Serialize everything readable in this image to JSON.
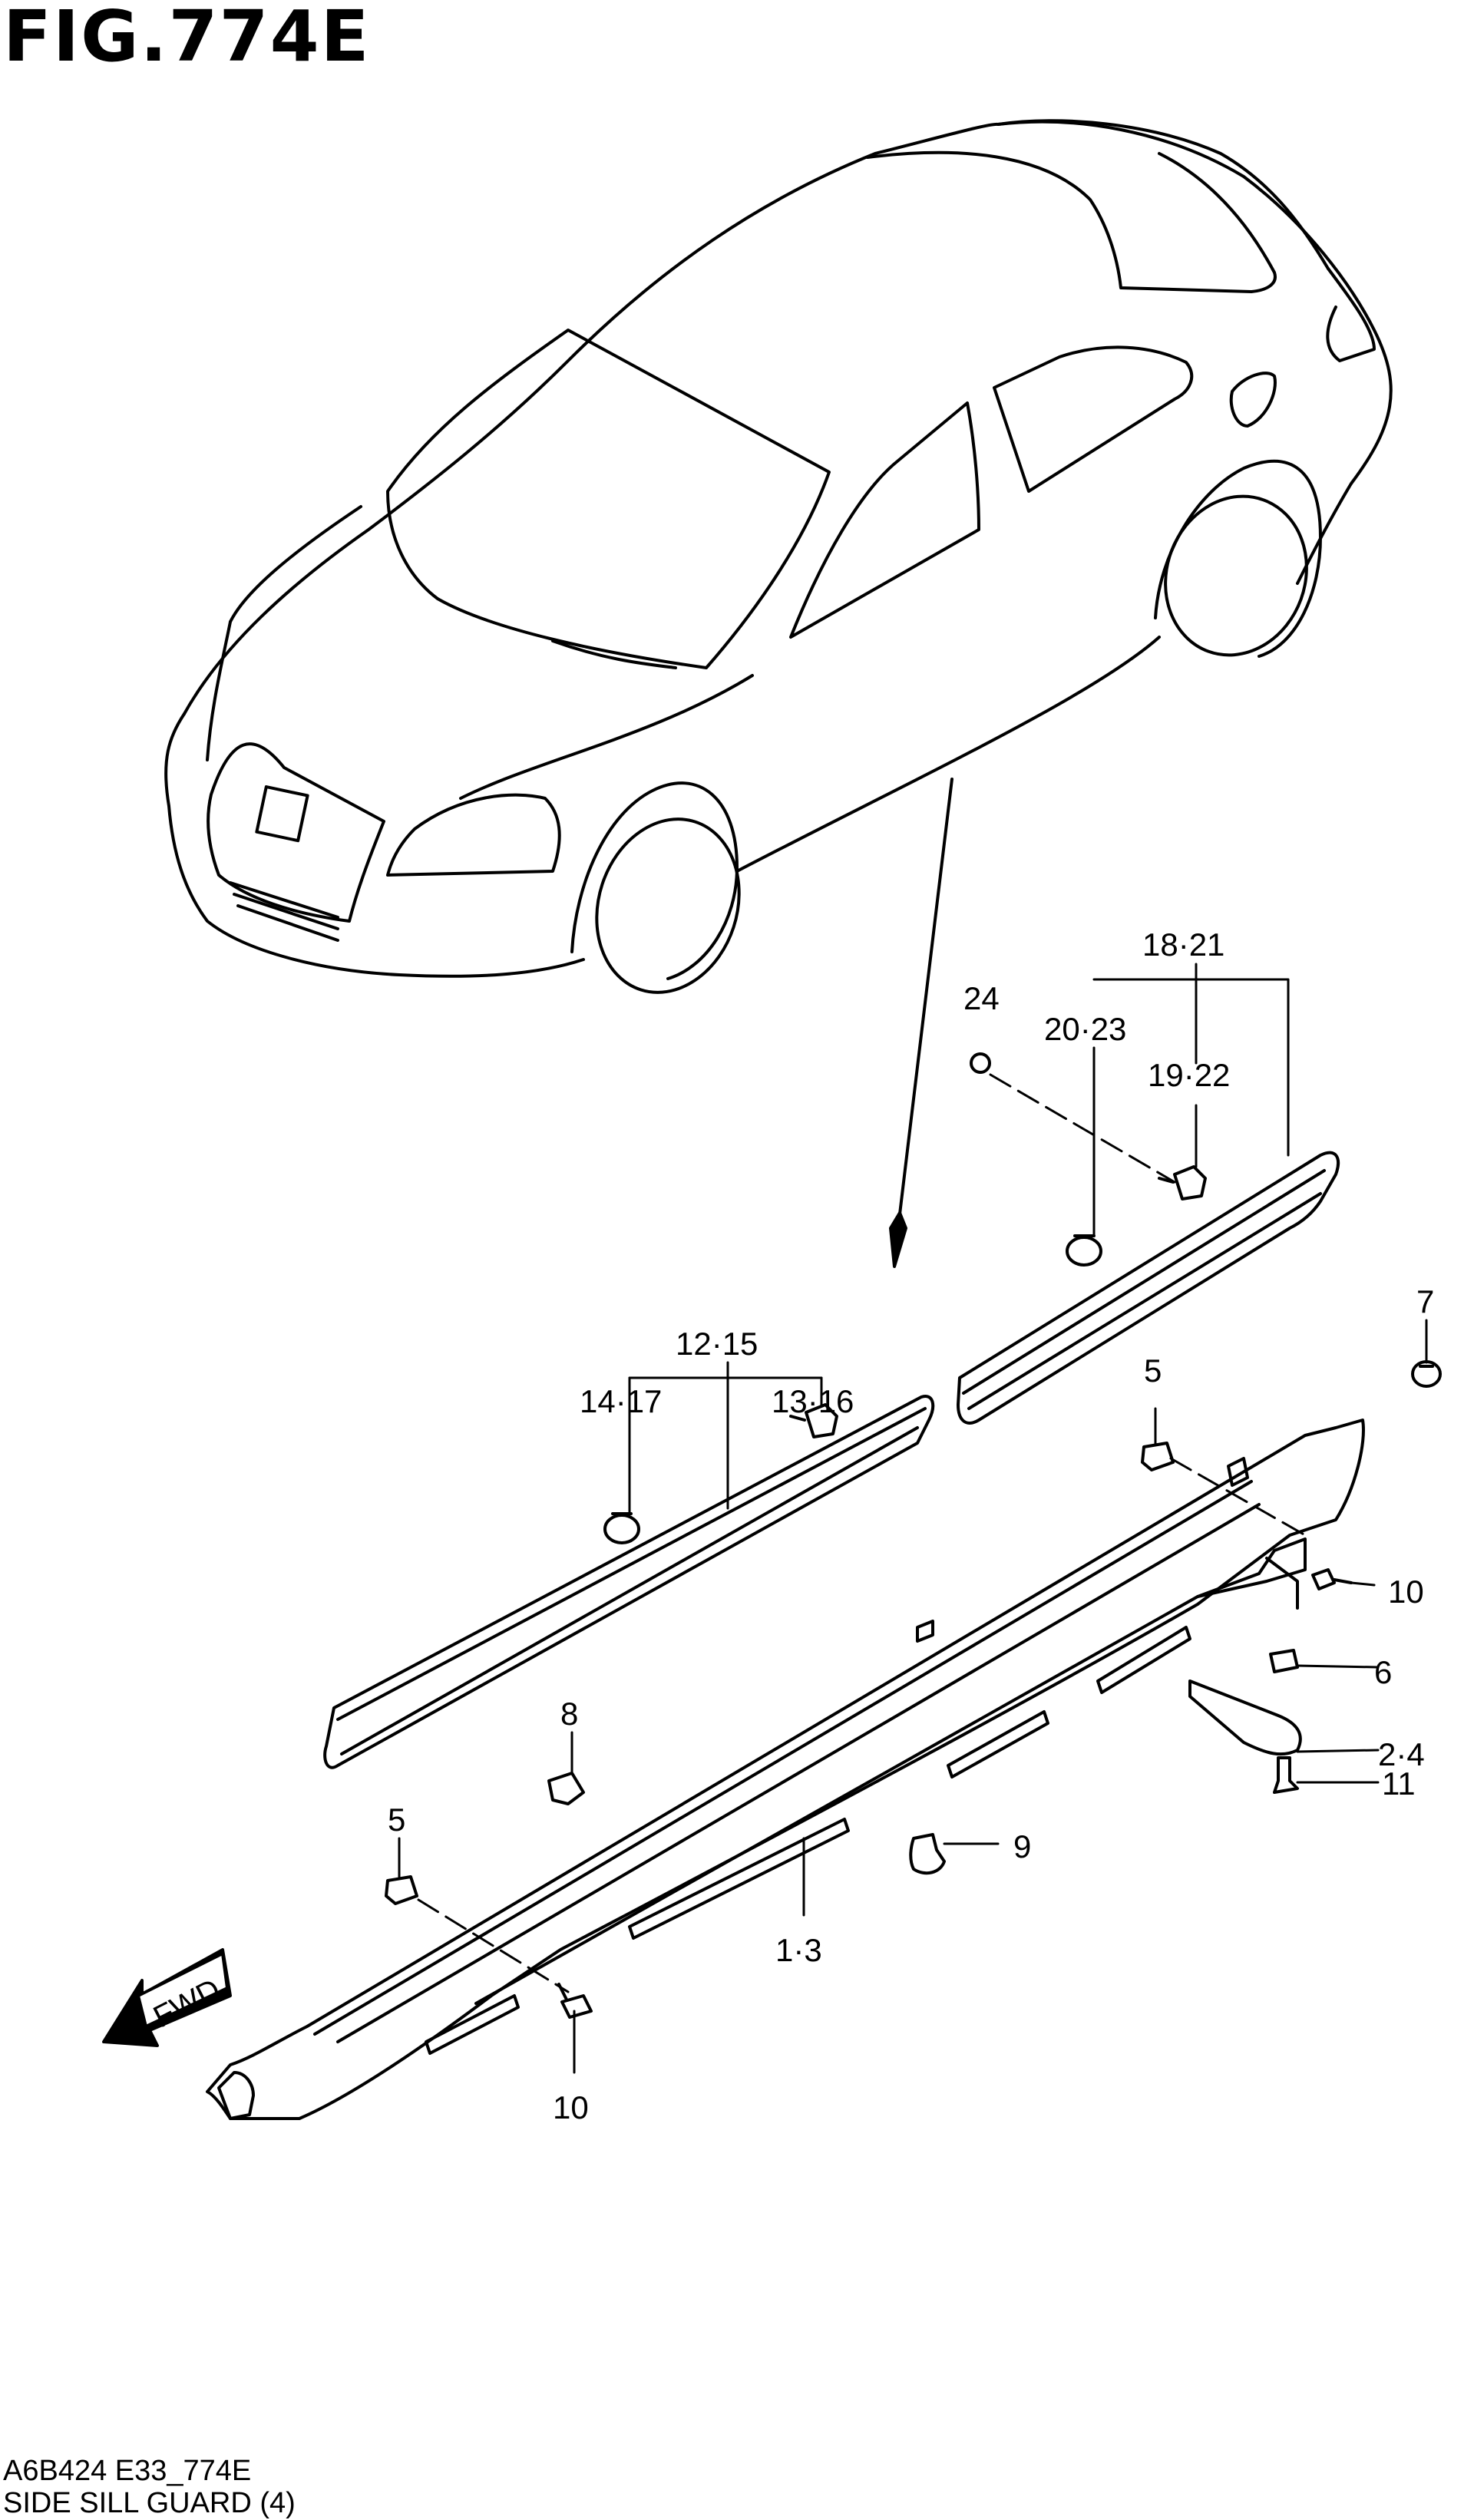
{
  "figure": {
    "title": "FIG.774E",
    "code": "A6B424 E33_774E",
    "name": "SIDE SILL GUARD (4)"
  },
  "direction_label": "FWD",
  "callouts": {
    "c1_3": "1·3",
    "c2_4": "2·4",
    "c5a": "5",
    "c5b": "5",
    "c6": "6",
    "c7": "7",
    "c8": "8",
    "c9": "9",
    "c10a": "10",
    "c10b": "10",
    "c11": "11",
    "c12_15": "12·15",
    "c13_16": "13·16",
    "c14_17": "14·17",
    "c18_21": "18·21",
    "c19_22": "19·22",
    "c20_23": "20·23",
    "c24": "24"
  }
}
